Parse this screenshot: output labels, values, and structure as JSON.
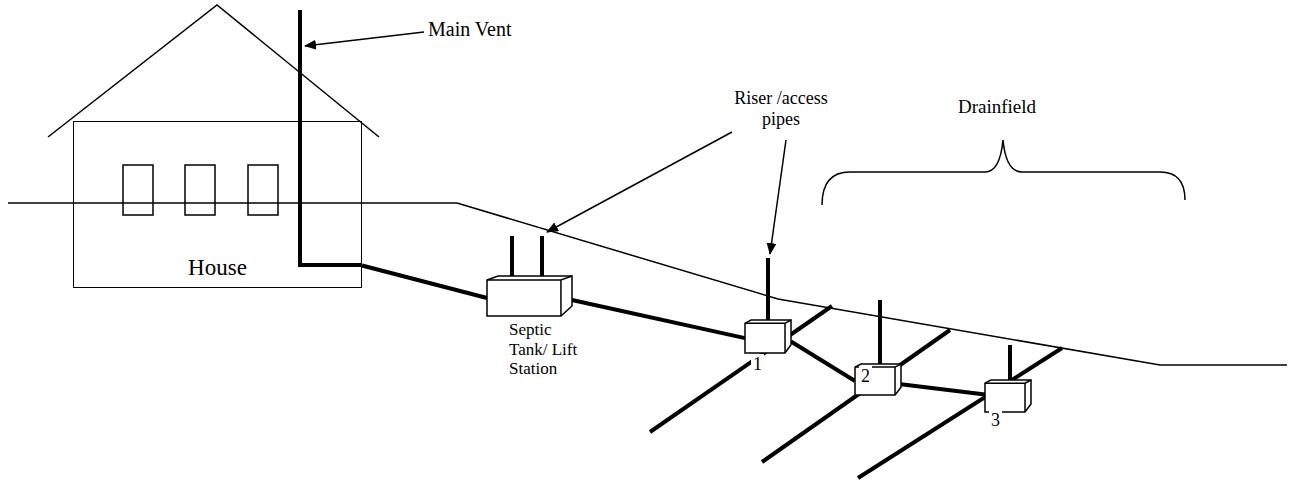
{
  "diagram": {
    "nodes": [
      {
        "text": [
          "House"
        ]
      },
      {
        "text": [
          "Septic Tank/ Lift Station"
        ]
      },
      {
        "text": [
          "1"
        ]
      },
      {
        "text": [
          "2"
        ]
      },
      {
        "text": [
          "3"
        ]
      }
    ],
    "edges": [
      {
        "from": 0,
        "to": 1,
        "arrow": "none"
      },
      {
        "from": 1,
        "to": 2,
        "arrow": "none"
      },
      {
        "from": 2,
        "to": 3,
        "arrow": "none"
      },
      {
        "from": 3,
        "to": 4,
        "arrow": "none"
      }
    ],
    "labels": [
      "Main Vent",
      "Riser /access pipes",
      "Drainfield"
    ]
  }
}
